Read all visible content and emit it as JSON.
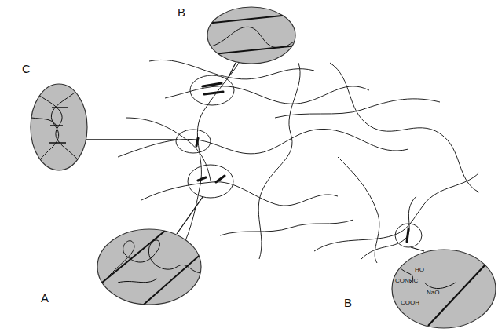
{
  "diagram": {
    "labels": [
      "B",
      "C",
      "A",
      "B",
      "HO",
      "CONHC",
      "NaO",
      "COOH"
    ]
  }
}
